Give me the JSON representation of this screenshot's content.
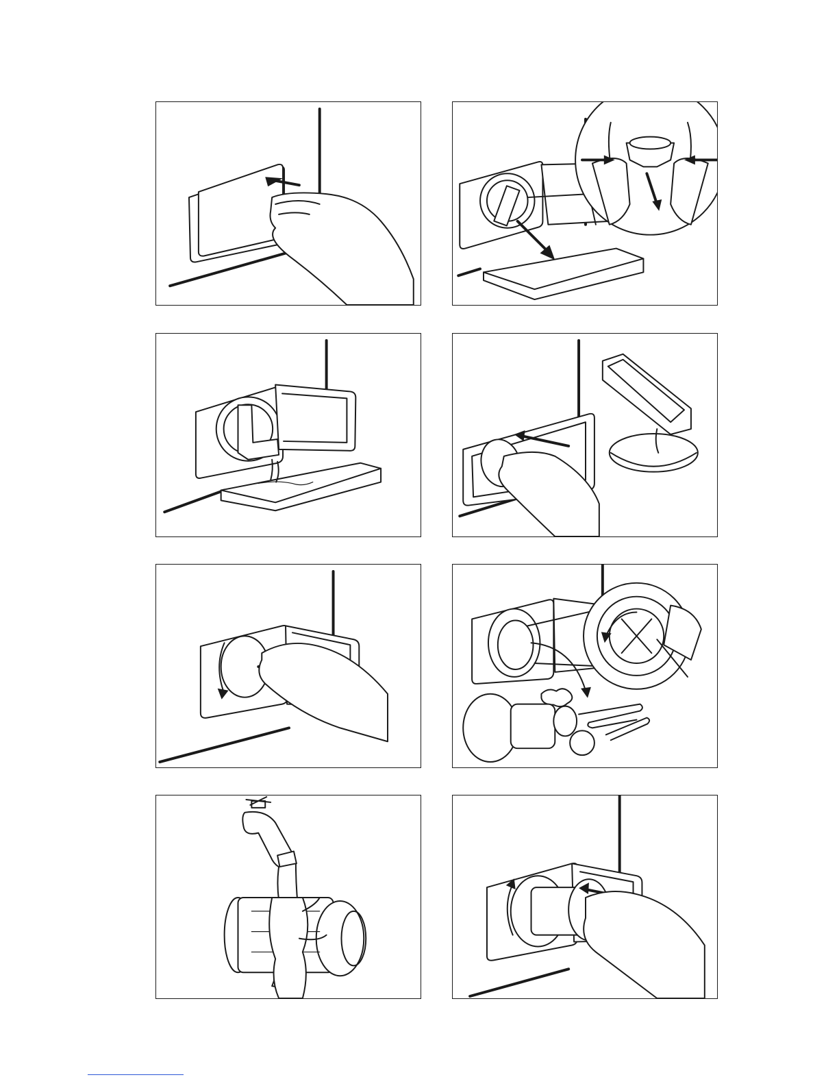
{
  "page": {
    "title": "",
    "panels": [
      {
        "id": "step-1"
      },
      {
        "id": "step-2"
      },
      {
        "id": "step-3"
      },
      {
        "id": "step-4"
      },
      {
        "id": "step-5"
      },
      {
        "id": "step-6"
      },
      {
        "id": "step-7"
      },
      {
        "id": "step-8"
      }
    ]
  },
  "footer": {
    "link_text": ""
  },
  "colors": {
    "line": "#1a1a1a",
    "background": "#ffffff",
    "link": "#2b57d6"
  }
}
